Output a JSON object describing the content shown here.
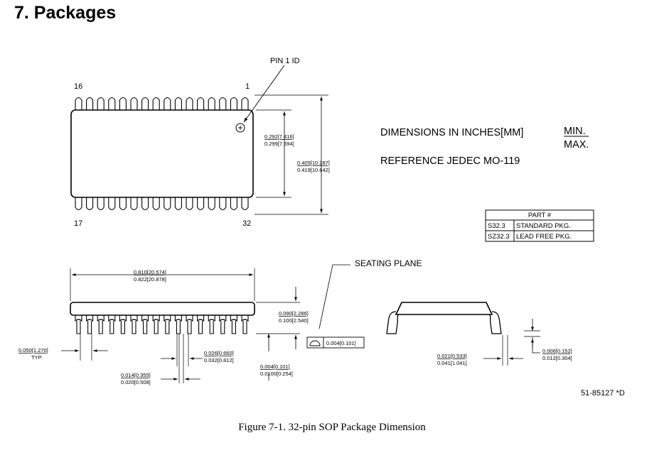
{
  "section": {
    "title": "7.  Packages"
  },
  "top_view": {
    "pin1_id_label": "PIN 1 ID",
    "pin_16": "16",
    "pin_1": "1",
    "pin_17": "17",
    "pin_32": "32",
    "body_width": "0.292[7.416]",
    "body_width_max": "0.299[7.594]",
    "overall_width": "0.405[10.287]",
    "overall_width_max": "0.419[10.642]"
  },
  "notes": {
    "dimensions_in": "DIMENSIONS IN INCHES[MM]",
    "min": "MIN.",
    "max": "MAX.",
    "reference": "REFERENCE JEDEC MO-119"
  },
  "part_table": {
    "header": "PART #",
    "rows": [
      {
        "code": "S32.3",
        "desc": "STANDARD PKG."
      },
      {
        "code": "SZ32.3",
        "desc": "LEAD FREE PKG."
      }
    ]
  },
  "side_view": {
    "length": "0.810[20.574]",
    "length_max": "0.822[20.878]",
    "seating_plane": "SEATING PLANE",
    "height": "0.090[2.286]",
    "height_max": "0.100[2.540]",
    "coplanarity": "0.004[0.101]",
    "pitch": "0.050[1.270]",
    "pitch_typ": "TYP.",
    "lead_shoulder": "0.026[0.660]",
    "lead_shoulder_max": "0.032[0.812]",
    "standoff": "0.004[0.101]",
    "standoff_max": "0.0100[0.254]",
    "lead_width": "0.014[0.355]",
    "lead_width_max": "0.020[0.508]"
  },
  "end_view": {
    "foot_length": "0.021[0.533]",
    "foot_length_max": "0.041[1.041]",
    "lead_thickness": "0.006[0.152]",
    "lead_thickness_max": "0.012[0.304]"
  },
  "drawing_number": "51-85127 *D",
  "figure_caption": "Figure 7-1. 32-pin SOP Package Dimension"
}
